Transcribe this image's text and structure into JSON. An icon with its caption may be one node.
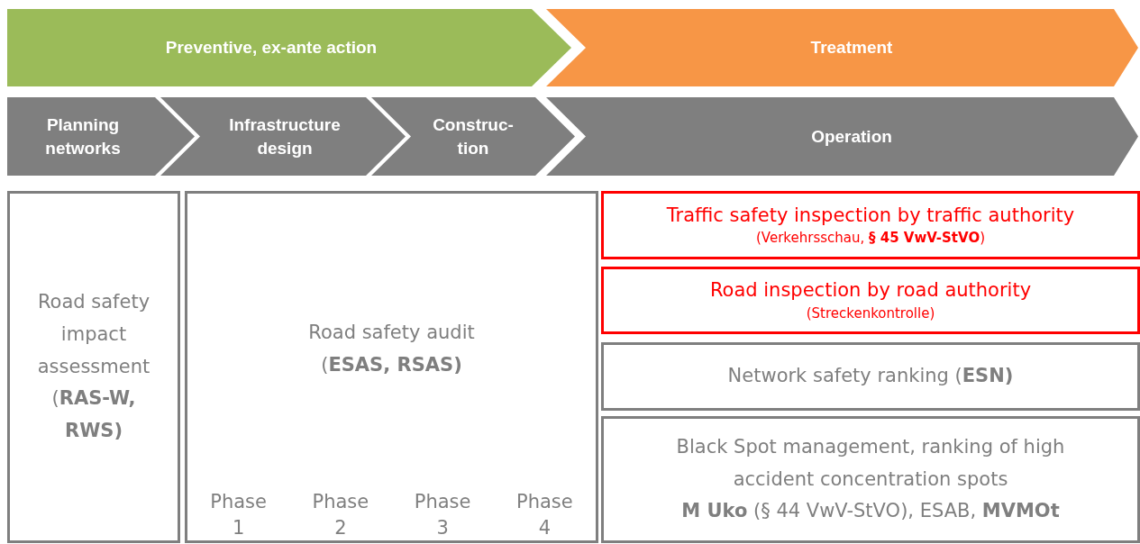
{
  "diagram": {
    "nodes": [
      {
        "text": [
          "Preventive, ex-ante action"
        ]
      },
      {
        "text": [
          "Treatment"
        ]
      },
      {
        "text": [
          "Planning networks"
        ]
      },
      {
        "text": [
          "Infrastructure design"
        ]
      },
      {
        "text": [
          "Construc- tion"
        ]
      },
      {
        "text": [
          "Operation"
        ]
      },
      {
        "text": [
          "Road safety impact assessment (**RAS-W, RWS)**"
        ]
      },
      {
        "text": [
          "Road safety audit (**ESAS, RSAS)**",
          "Phase 1",
          "Phase 2",
          "Phase 3",
          "Phase 4"
        ]
      },
      {
        "text": [
          "Traffic safety inspection by traffic authority",
          "(Verkehrsschau, **§ 45 VwV-StVO**)"
        ]
      },
      {
        "text": [
          "Road inspection by road authority",
          "(Streckenkontrolle)"
        ]
      },
      {
        "text": [
          "Network safety ranking (**ESN)**"
        ]
      },
      {
        "text": [
          "Black Spot management, ranking of high accident concentration spots",
          "**M Uko** (§ 44 VwV-StVO), ESAB, **MVMOt**"
        ]
      }
    ]
  }
}
